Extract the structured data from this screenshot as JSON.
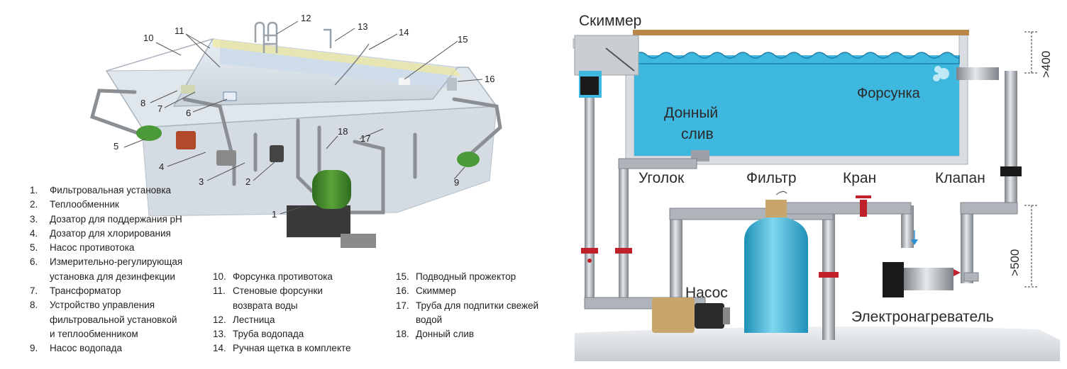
{
  "left_diagram": {
    "callouts": [
      "1",
      "2",
      "3",
      "4",
      "5",
      "6",
      "7",
      "8",
      "9",
      "10",
      "11",
      "12",
      "13",
      "14",
      "15",
      "16",
      "17",
      "18"
    ],
    "legend": [
      {
        "num": "1.",
        "text": "Фильтровальная установка"
      },
      {
        "num": "2.",
        "text": "Теплообменник"
      },
      {
        "num": "3.",
        "text": "Дозатор для поддержания pH"
      },
      {
        "num": "4.",
        "text": "Дозатор для хлорирования"
      },
      {
        "num": "5.",
        "text": "Насос противотока"
      },
      {
        "num": "6.",
        "text": "Измерительно-регулирующая\nустановка для дезинфекции"
      },
      {
        "num": "7.",
        "text": "Трансформатор"
      },
      {
        "num": "8.",
        "text": "Устройство управления\nфильтровальной установкой\nи теплообменником"
      },
      {
        "num": "9.",
        "text": "Насос водопада"
      },
      {
        "num": "10.",
        "text": "Форсунка противотока"
      },
      {
        "num": "11.",
        "text": "Стеновые форсунки\nвозврата воды"
      },
      {
        "num": "12.",
        "text": "Лестница"
      },
      {
        "num": "13.",
        "text": "Труба водопада"
      },
      {
        "num": "14.",
        "text": "Ручная щетка в комплекте"
      },
      {
        "num": "15.",
        "text": "Подводный прожектор"
      },
      {
        "num": "16.",
        "text": "Скиммер"
      },
      {
        "num": "17.",
        "text": "Труба для подпитки свежей\nводой"
      },
      {
        "num": "18.",
        "text": "Донный слив"
      }
    ]
  },
  "right_diagram": {
    "labels": {
      "skimmer": "Скиммер",
      "nozzle": "Форсунка",
      "bottom_drain_1": "Донный",
      "bottom_drain_2": "слив",
      "elbow": "Уголок",
      "filter": "Фильтр",
      "valve": "Кран",
      "check_valve": "Клапан",
      "pump": "Насос",
      "heater": "Электронагреватель",
      "dim_top": ">400",
      "dim_bottom": ">500"
    },
    "colors": {
      "water": "#3fb8e0",
      "pipe": "#9aa0a6",
      "valve": "#c0202a",
      "filter": "#3bb6d8",
      "pump": "#c8a56a",
      "deck": "#b8874a"
    }
  }
}
